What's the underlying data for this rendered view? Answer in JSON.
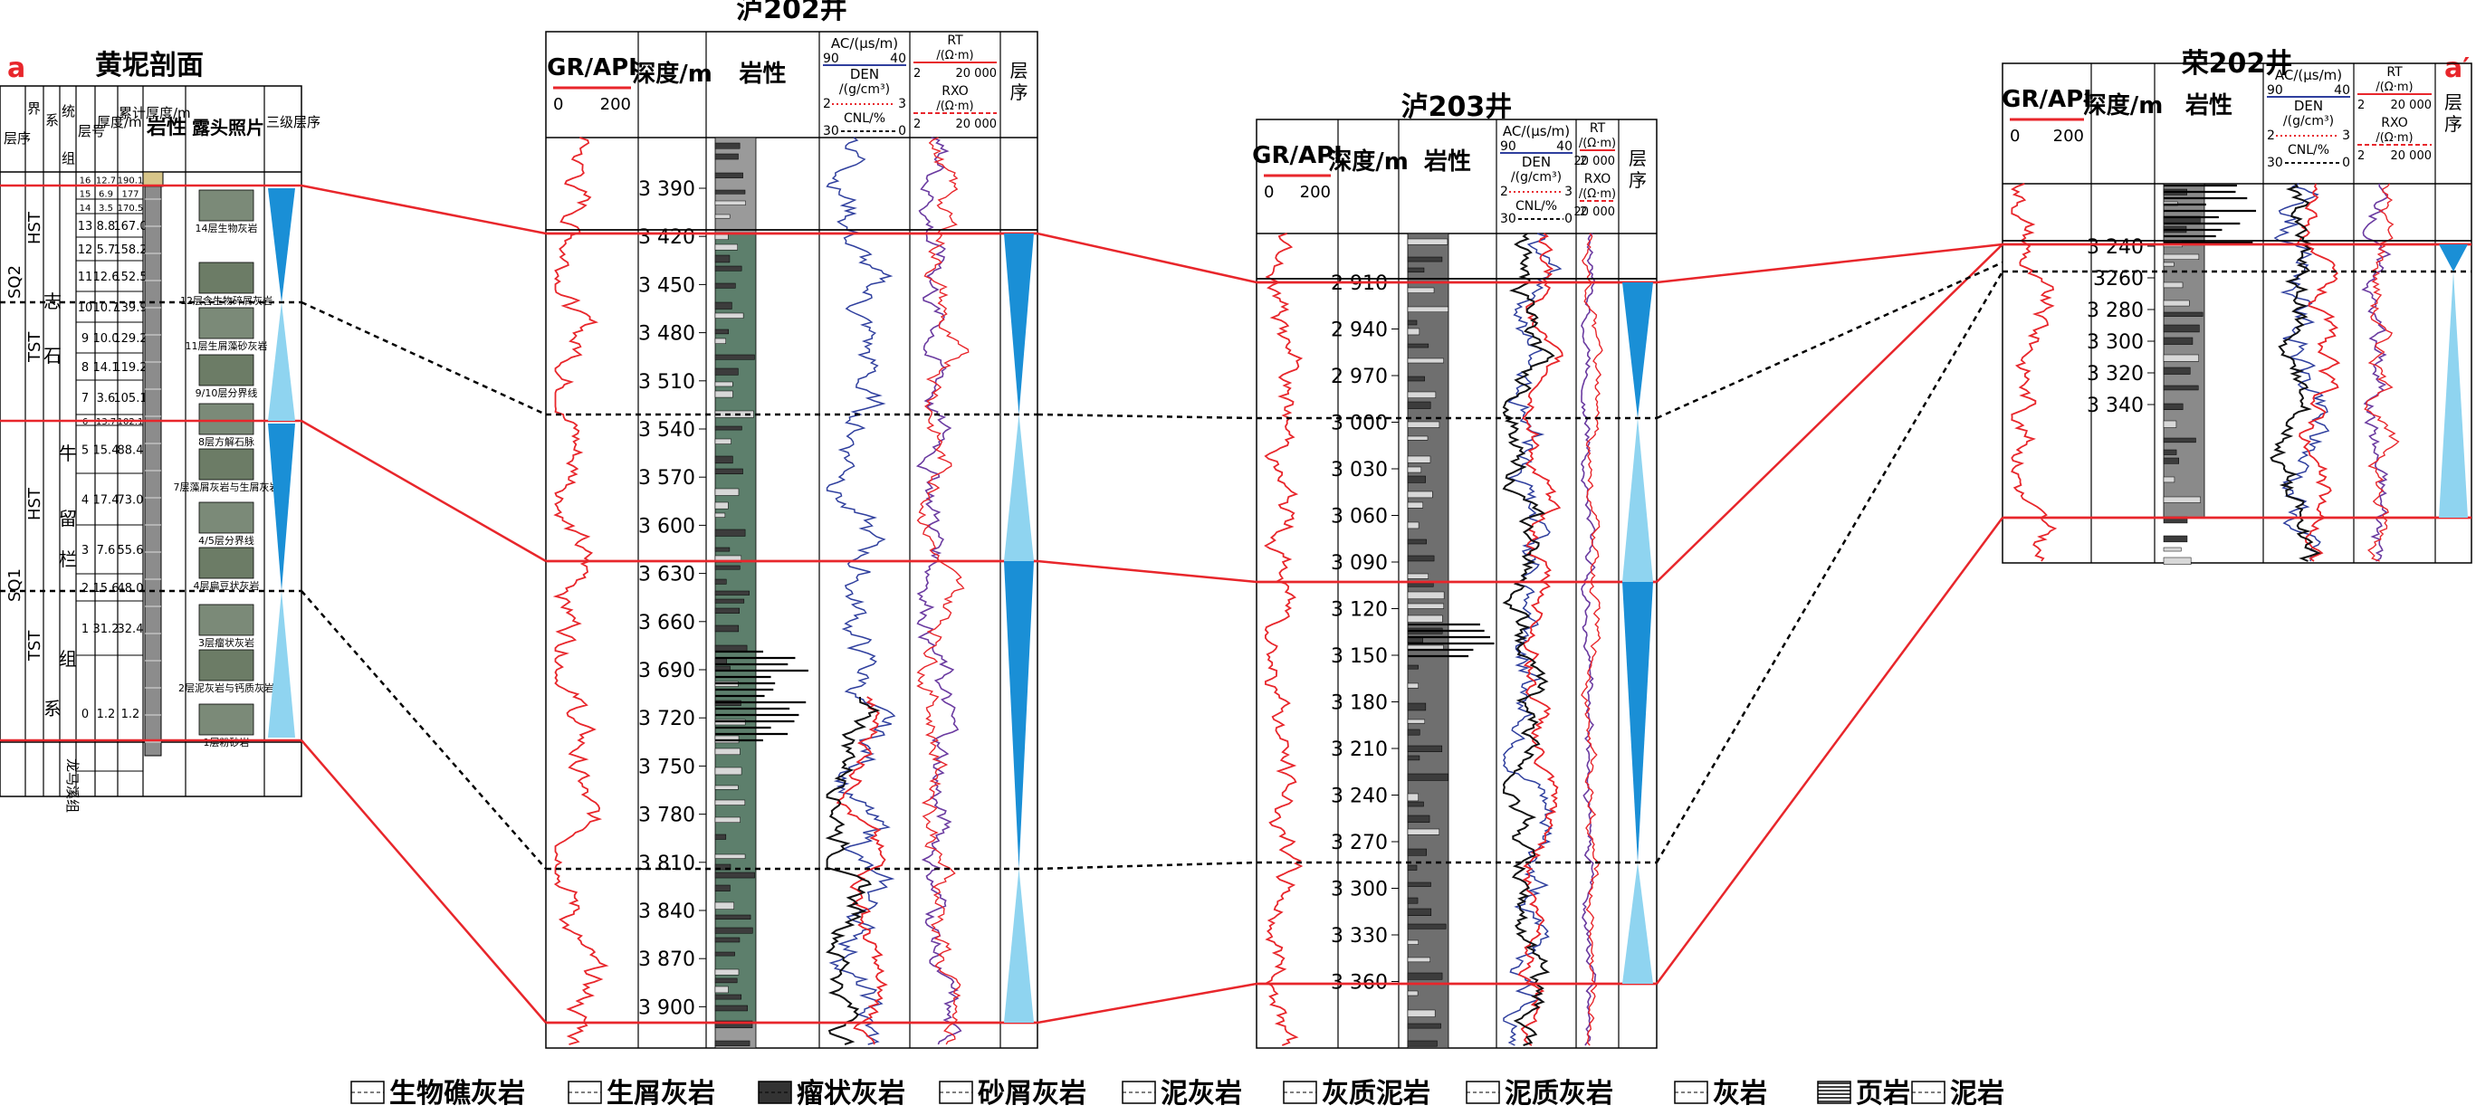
{
  "letters": {
    "left": "a",
    "right": "a′"
  },
  "outcrop": {
    "title": "黄坭剖面",
    "headers": {
      "sequence": "层序",
      "erathem": "界",
      "system": "系",
      "series": "统",
      "formation": "组",
      "bed": "层号",
      "thickness": "厚度/m",
      "cumulative": "累计厚度/m",
      "lithology": "岩性",
      "photos": "露头照片",
      "third_order": "三级层序"
    },
    "strata": {
      "erathem": "志",
      "system": "石",
      "formation1": "牛",
      "formation2": "留",
      "formation3": "栏",
      "formation4": "组",
      "formation5": "系",
      "lower": "龙马溪组"
    },
    "sequences": [
      "SQ2",
      "SQ1"
    ],
    "tracts": [
      "HST",
      "TST",
      "HST",
      "TST"
    ],
    "beds": [
      {
        "no": "16",
        "thk": "12.7",
        "cum": "190.1"
      },
      {
        "no": "15",
        "thk": "6.9",
        "cum": "177"
      },
      {
        "no": "14",
        "thk": "3.5",
        "cum": "170.5"
      },
      {
        "no": "13",
        "thk": "8.8",
        "cum": "167.0"
      },
      {
        "no": "12",
        "thk": "5.7",
        "cum": "158.2"
      },
      {
        "no": "11",
        "thk": "12.6",
        "cum": "152.5"
      },
      {
        "no": "10",
        "thk": "10.7",
        "cum": "139.9"
      },
      {
        "no": "9",
        "thk": "10.0",
        "cum": "129.2"
      },
      {
        "no": "8",
        "thk": "14.1",
        "cum": "119.2"
      },
      {
        "no": "7",
        "thk": "3.6",
        "cum": "105.1"
      },
      {
        "no": "6",
        "thk": "13.7",
        "cum": "102.1"
      },
      {
        "no": "5",
        "thk": "15.4",
        "cum": "88.4"
      },
      {
        "no": "4",
        "thk": "17.4",
        "cum": "73.0"
      },
      {
        "no": "3",
        "thk": "7.6",
        "cum": "55.6"
      },
      {
        "no": "2",
        "thk": "15.6",
        "cum": "48.0"
      },
      {
        "no": "1",
        "thk": "31.2",
        "cum": "32.4"
      },
      {
        "no": "0",
        "thk": "1.2",
        "cum": "1.2"
      }
    ],
    "photo_captions": [
      "14层生物灰岩",
      "12层含生物碎屑灰岩",
      "11层生屑藻砂灰岩",
      "9/10层分界线",
      "8层方解石脉",
      "7层藻屑灰岩与生屑灰岩",
      "4/5层分界线",
      "4层扁豆状灰岩",
      "3层瘤状灰岩",
      "2层泥灰岩与钙质灰岩",
      "1层粉砂岩"
    ]
  },
  "wells": [
    {
      "name": "泸202井",
      "headers": {
        "gr": "GR/API",
        "gr_scale": [
          "0",
          "200"
        ],
        "depth": "深度/m",
        "lith": "岩性",
        "ac": "AC/(μs/m)",
        "ac_scale": [
          "90",
          "40"
        ],
        "den": "DEN",
        "den_unit": "/(g/cm³)",
        "den_scale": [
          "2",
          "3"
        ],
        "cnl": "CNL/%",
        "cnl_scale": [
          "30",
          "0"
        ],
        "rt": "RT",
        "rt_unit": "/(Ω·m)",
        "rt_scale": [
          "2",
          "20 000"
        ],
        "rxo": "RXO",
        "rxo_unit": "/(Ω·m)",
        "rxo_scale": [
          "2",
          "20 000"
        ],
        "seq": "层序"
      },
      "depth_ticks": [
        "3 390",
        "3 420",
        "3 450",
        "3 480",
        "3 510",
        "3 540",
        "3 570",
        "3 600",
        "3 630",
        "3 660",
        "3 690",
        "3 720",
        "3 750",
        "3 780",
        "3 810",
        "3 840",
        "3 870",
        "3 900"
      ]
    },
    {
      "name": "泸203井",
      "headers": {
        "gr": "GR/API",
        "gr_scale": [
          "0",
          "200"
        ],
        "depth": "深度/m",
        "lith": "岩性",
        "ac": "AC/(μs/m)",
        "ac_scale": [
          "90",
          "40"
        ],
        "den": "DEN",
        "den_unit": "/(g/cm³)",
        "den_scale": [
          "2",
          "3"
        ],
        "cnl": "CNL/%",
        "cnl_scale": [
          "30",
          "0"
        ],
        "rt": "RT",
        "rt_unit": "/(Ω·m)",
        "rt_scale": [
          "2",
          "20 000"
        ],
        "rxo": "RXO",
        "rxo_unit": "/(Ω·m)",
        "rxo_scale": [
          "2",
          "20 000"
        ],
        "seq": "层序"
      },
      "depth_ticks": [
        "2 910",
        "2 940",
        "2 970",
        "3 000",
        "3 030",
        "3 060",
        "3 090",
        "3 120",
        "3 150",
        "3 180",
        "3 210",
        "3 240",
        "3 270",
        "3 300",
        "3 330",
        "3 360"
      ]
    },
    {
      "name": "荣202井",
      "headers": {
        "gr": "GR/API",
        "gr_scale": [
          "0",
          "200"
        ],
        "depth": "深度/m",
        "lith": "岩性",
        "ac": "AC/(μs/m)",
        "ac_scale": [
          "90",
          "40"
        ],
        "den": "DEN",
        "den_unit": "/(g/cm³)",
        "den_scale": [
          "2",
          "3"
        ],
        "cnl": "CNL/%",
        "cnl_scale": [
          "30",
          "0"
        ],
        "rt": "RT",
        "rt_unit": "/(Ω·m)",
        "rt_scale": [
          "2",
          "20 000"
        ],
        "rxo": "RXO",
        "rxo_unit": "/(Ω·m)",
        "rxo_scale": [
          "2",
          "20 000"
        ],
        "seq": "层序"
      },
      "depth_ticks": [
        "3 240",
        "3260",
        "3 280",
        "3 300",
        "3 320",
        "3 340"
      ]
    }
  ],
  "legend": [
    "生物礁灰岩",
    "生屑灰岩",
    "瘤状灰岩",
    "砂屑灰岩",
    "泥灰岩",
    "灰质泥岩",
    "泥质灰岩",
    "灰岩",
    "页岩",
    "泥岩"
  ],
  "colors": {
    "sequence_boundary": "#e8262b",
    "gr_curve": "#e8262b",
    "ac_curve": "#2f3f9e",
    "den_curve": "#e8262b",
    "cnl_curve": "#111111",
    "rt_curve": "#e8262b",
    "rxo_curve": "#6a3aa0",
    "hst_fill": "#1a8fd6",
    "tst_fill": "#8fd4f0",
    "lith_green": "#5d7f6c",
    "lith_gray": "#9a9a9a"
  }
}
